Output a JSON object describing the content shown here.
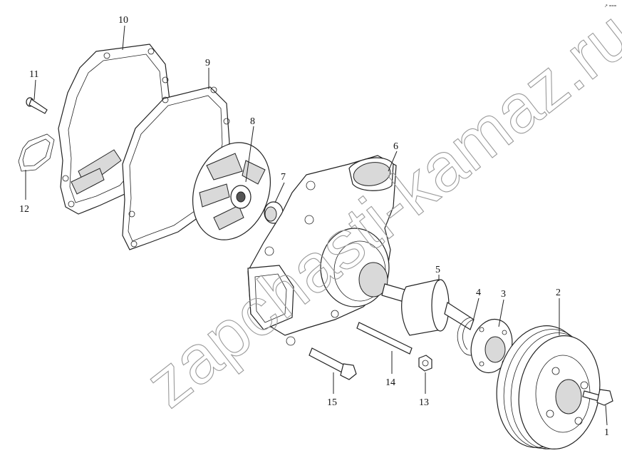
{
  "diagram": {
    "watermark": "zapchasti-kamaz.ru",
    "corner_mark": "↗ ===",
    "callouts": [
      {
        "id": "1",
        "label": "1"
      },
      {
        "id": "2",
        "label": "2"
      },
      {
        "id": "3",
        "label": "3"
      },
      {
        "id": "4",
        "label": "4"
      },
      {
        "id": "5",
        "label": "5"
      },
      {
        "id": "6",
        "label": "6"
      },
      {
        "id": "7",
        "label": "7"
      },
      {
        "id": "8",
        "label": "8"
      },
      {
        "id": "9",
        "label": "9"
      },
      {
        "id": "10",
        "label": "10"
      },
      {
        "id": "11",
        "label": "11"
      },
      {
        "id": "12",
        "label": "12"
      },
      {
        "id": "13",
        "label": "13"
      },
      {
        "id": "14",
        "label": "14"
      },
      {
        "id": "15",
        "label": "15"
      }
    ]
  }
}
